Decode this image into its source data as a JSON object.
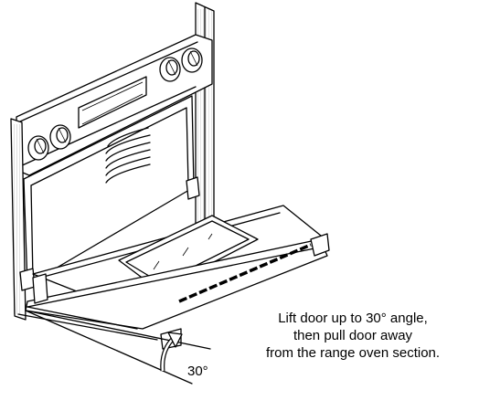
{
  "instruction": {
    "line1": "Lift door up to 30° angle,",
    "line2": "then pull door away",
    "line3": "from the range oven section."
  },
  "angle_label": "30°",
  "icons": [
    "rotate-up-arrow-icon"
  ],
  "colors": {
    "ink": "#000000",
    "background": "#ffffff"
  }
}
